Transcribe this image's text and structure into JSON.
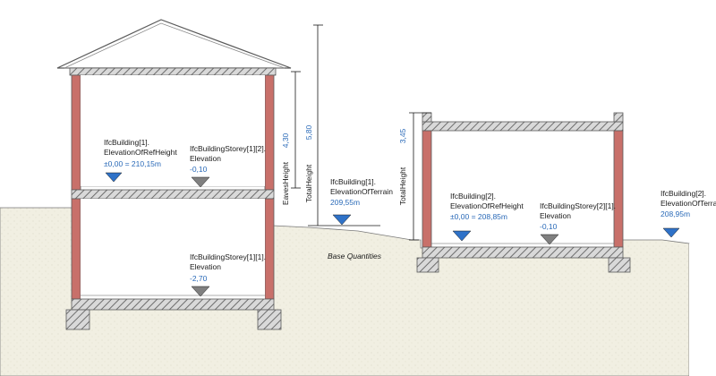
{
  "annotations": {
    "b1_ref_name": "IfcBuilding[1].",
    "b1_ref_attr": "ElevationOfRefHeight",
    "b1_ref_value": "±0,00 = 210,15m",
    "s1_2_name": "IfcBuildingStorey[1][2].",
    "s1_2_attr": "Elevation",
    "s1_2_value": "-0,10",
    "s1_1_name": "IfcBuildingStorey[1][1].",
    "s1_1_attr": "Elevation",
    "s1_1_value": "-2,70",
    "b1_terrain_name": "IfcBuilding[1].",
    "b1_terrain_attr": "ElevationOfTerrain",
    "b1_terrain_value": "209,55m",
    "b2_ref_name": "IfcBuilding[2].",
    "b2_ref_attr": "ElevationOfRefHeight",
    "b2_ref_value": "±0,00 = 208,85m",
    "s2_1_name": "IfcBuildingStorey[2][1].",
    "s2_1_attr": "Elevation",
    "s2_1_value": "-0,10",
    "b2_terrain_name": "IfcBuilding[2].",
    "b2_terrain_attr": "ElevationOfTerrain",
    "b2_terrain_value": "208,95m"
  },
  "dimensions": {
    "eaves_label": "EavesHeight",
    "eaves_value": "4,30",
    "total1_label": "TotalHeight",
    "total1_value": "5,80",
    "total2_label": "TotalHeight",
    "total2_value": "3,45"
  },
  "caption": "Base Quantities",
  "colors": {
    "wall": "#c8706a",
    "slab_hatch": "#808080",
    "ground": "#f1efe2",
    "marker_blue": "#2f72c8",
    "marker_gray": "#808080",
    "value_text": "#2a6ab8"
  }
}
